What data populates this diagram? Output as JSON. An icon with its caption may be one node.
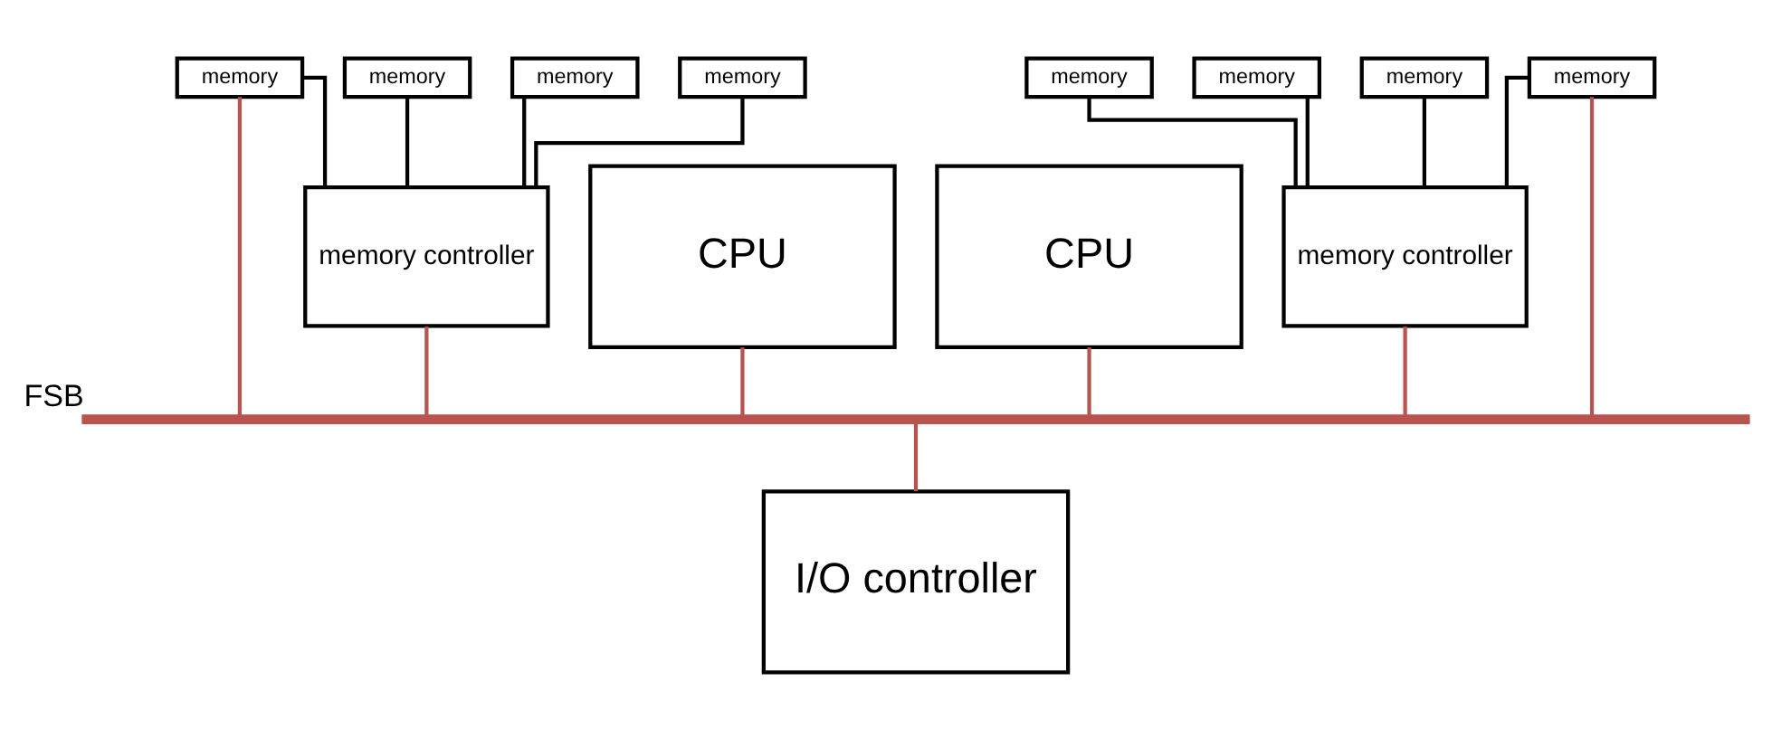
{
  "diagram": {
    "nodes": [
      {
        "text": [
          "memory"
        ]
      },
      {
        "text": [
          "memory"
        ]
      },
      {
        "text": [
          "memory"
        ]
      },
      {
        "text": [
          "memory"
        ]
      },
      {
        "text": [
          "memory controller"
        ]
      },
      {
        "text": [
          "CPU"
        ]
      },
      {
        "text": [
          "CPU"
        ]
      },
      {
        "text": [
          "memory controller"
        ]
      },
      {
        "text": [
          "memory"
        ]
      },
      {
        "text": [
          "memory"
        ]
      },
      {
        "text": [
          "memory"
        ]
      },
      {
        "text": [
          "memory"
        ]
      },
      {
        "text": [],
        "shape": "bar",
        "beside": [
          "FSB"
        ]
      },
      {
        "text": [
          "I/O controller"
        ]
      }
    ],
    "edges": [
      {
        "from": 0,
        "to": 4,
        "arrow": "none"
      },
      {
        "from": 1,
        "to": 4,
        "arrow": "none"
      },
      {
        "from": 2,
        "to": 4,
        "arrow": "none"
      },
      {
        "from": 3,
        "to": 4,
        "arrow": "none"
      },
      {
        "from": 7,
        "to": 8,
        "arrow": "none"
      },
      {
        "from": 7,
        "to": 9,
        "arrow": "none"
      },
      {
        "from": 7,
        "to": 10,
        "arrow": "none"
      },
      {
        "from": 7,
        "to": 11,
        "arrow": "none"
      },
      {
        "from": 3,
        "to": 12,
        "arrow": "none",
        "color": "#b85450"
      },
      {
        "from": 4,
        "to": 12,
        "arrow": "none",
        "color": "#b85450"
      },
      {
        "from": 5,
        "to": 12,
        "arrow": "none",
        "color": "#b85450"
      },
      {
        "from": 6,
        "to": 12,
        "arrow": "none",
        "color": "#b85450"
      },
      {
        "from": 7,
        "to": 12,
        "arrow": "none",
        "color": "#b85450"
      },
      {
        "from": 11,
        "to": 12,
        "arrow": "none",
        "color": "#b85450"
      },
      {
        "from": 12,
        "to": 13,
        "arrow": "none",
        "color": "#b85450"
      }
    ]
  }
}
